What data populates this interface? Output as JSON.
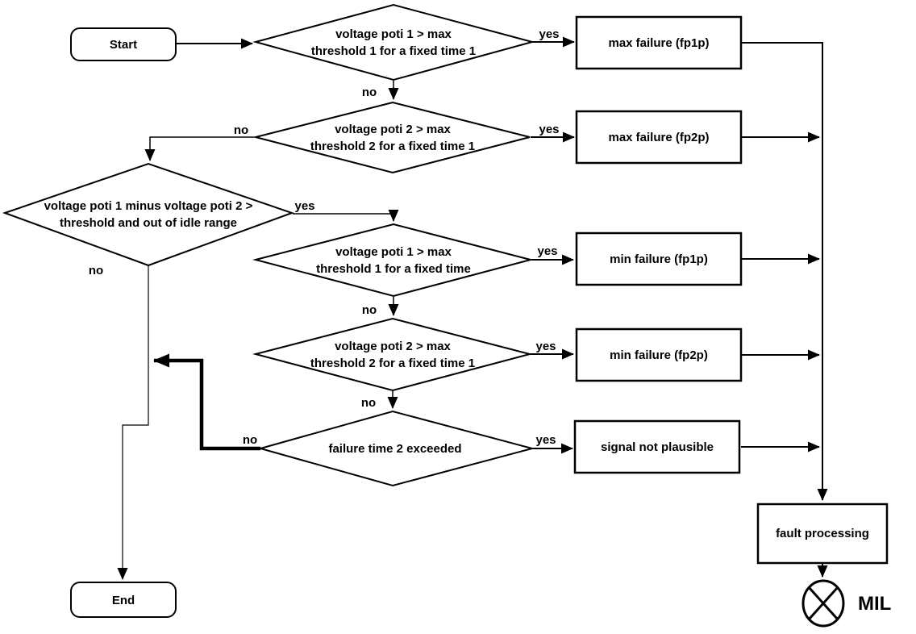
{
  "diagram": {
    "colors": {
      "stroke": "#000000",
      "background": "#ffffff"
    },
    "terminators": {
      "start": "Start",
      "end": "End"
    },
    "decisions": {
      "d1": {
        "line1": "voltage poti 1 > max",
        "line2": "threshold 1 for a fixed time 1"
      },
      "d2": {
        "line1": "voltage poti 2 > max",
        "line2": "threshold 2 for a fixed time 1"
      },
      "d3": {
        "line1": "voltage poti 1 minus voltage poti 2 >",
        "line2": "threshold and out of  idle range"
      },
      "d4": {
        "line1": "voltage poti 1 > max",
        "line2": "threshold 1 for a fixed time"
      },
      "d5": {
        "line1": "voltage poti 2 > max",
        "line2": "threshold 2 for a fixed time 1"
      },
      "d6": {
        "line1": "failure time 2 exceeded"
      }
    },
    "processes": {
      "max_failure_fp1p": "max failure (fp1p)",
      "max_failure_fp2p": "max failure (fp2p)",
      "min_failure_fp1p": "min failure (fp1p)",
      "min_failure_fp2p": "min failure (fp2p)",
      "signal_not_plausible": "signal not plausible",
      "fault_processing": "fault processing"
    },
    "labels": {
      "yes": "yes",
      "no": "no",
      "mil": "MIL"
    }
  }
}
